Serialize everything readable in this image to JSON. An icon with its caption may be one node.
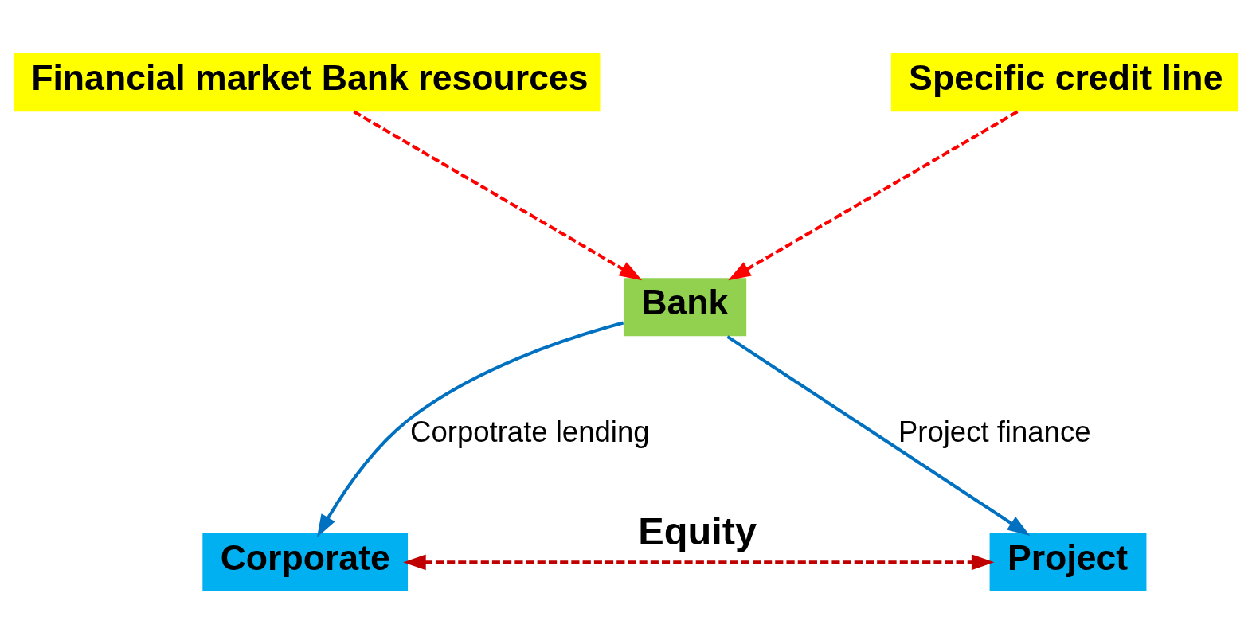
{
  "diagram": {
    "nodes": [
      {
        "text": [
          "Financial market Bank resources"
        ]
      },
      {
        "text": [
          "Specific credit line"
        ]
      },
      {
        "text": [
          "Bank"
        ]
      },
      {
        "text": [
          "Corporate"
        ]
      },
      {
        "text": [
          "Project"
        ]
      }
    ],
    "edges": [
      {
        "from": 0,
        "to": 2,
        "arrow": "to",
        "style": "dashed",
        "color": "#ff0000"
      },
      {
        "from": 1,
        "to": 2,
        "arrow": "to",
        "style": "dashed",
        "color": "#ff0000"
      },
      {
        "from": 2,
        "to": 3,
        "arrow": "to",
        "label": "Corpotrate lending",
        "color": "#0070c0"
      },
      {
        "from": 2,
        "to": 4,
        "arrow": "to",
        "label": "Project finance",
        "color": "#0070c0"
      },
      {
        "from": 3,
        "to": 4,
        "arrow": "both",
        "label": "Equity",
        "style": "dashed",
        "color": "#c00000"
      }
    ]
  }
}
